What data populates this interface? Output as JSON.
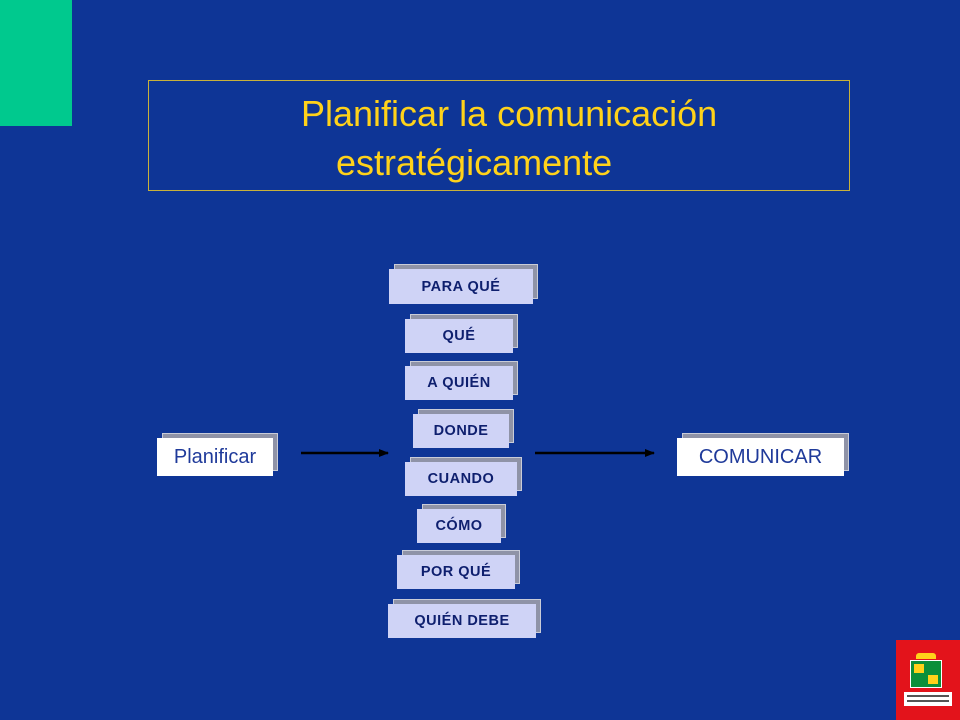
{
  "slide": {
    "title_line1": "Planificar la comunicación",
    "title_line2": "estratégicamente"
  },
  "diagram": {
    "left_label": "Planificar",
    "right_label": "COMUNICAR",
    "questions": [
      "PARA QUÉ",
      "QUÉ",
      "A QUIÉN",
      "DONDE",
      "CUANDO",
      "CÓMO",
      "POR QUÉ",
      "QUIÉN DEBE"
    ]
  },
  "colors": {
    "background": "#0e3596",
    "title": "#ffd21a",
    "accent_green": "#00c98e",
    "logo_red": "#e3131b"
  },
  "logo": {
    "icon": "gobierno-vasco-logo"
  }
}
